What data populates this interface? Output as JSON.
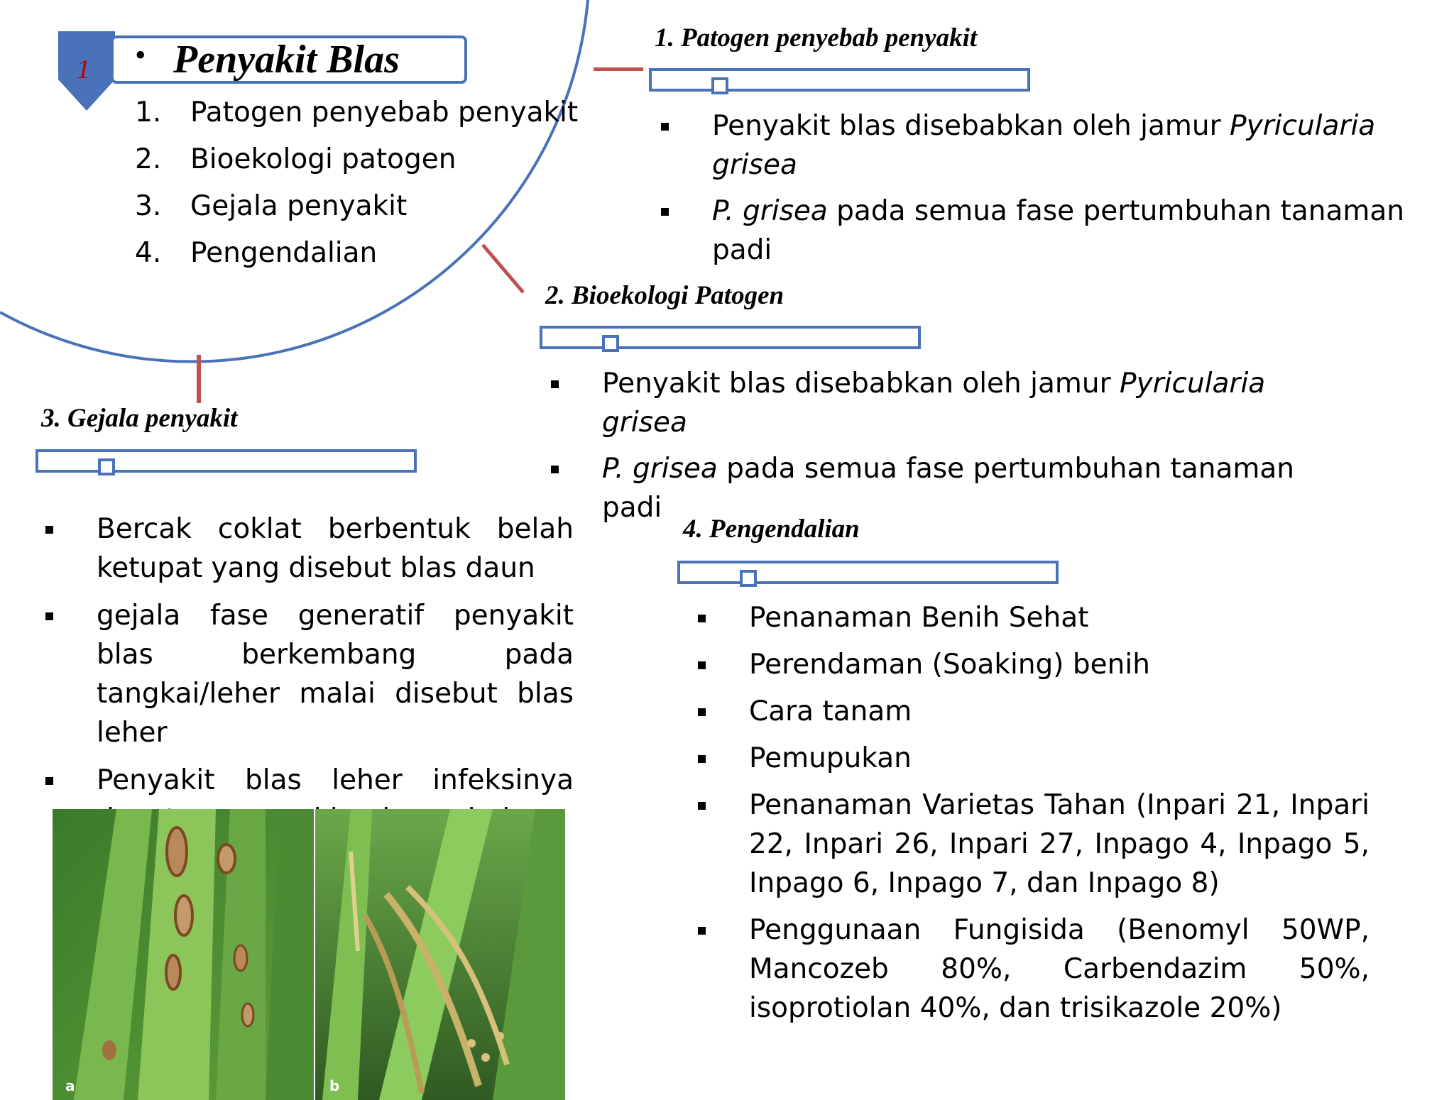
{
  "badge": {
    "number": "1"
  },
  "header": {
    "bullet": "•",
    "title": "Penyakit Blas"
  },
  "outline": [
    {
      "num": "1.",
      "label": "Patogen penyebab penyakit"
    },
    {
      "num": "2.",
      "label": "Bioekologi patogen"
    },
    {
      "num": "3.",
      "label": "Gejala penyakit"
    },
    {
      "num": "4.",
      "label": "Pengendalian"
    }
  ],
  "section1": {
    "title": "1. Patogen penyebab penyakit",
    "item1_text": "Penyakit blas disebabkan oleh jamur ",
    "item1_italic": "Pyricularia  grisea",
    "item2_italic": "P. grisea",
    "item2_text": " pada semua fase pertumbuhan tanaman padi"
  },
  "section2": {
    "title": "2. Bioekologi Patogen",
    "item1_text": "Penyakit blas disebabkan oleh jamur ",
    "item1_italic": "Pyricularia  grisea",
    "item2_italic": "P. grisea",
    "item2_text": " pada semua fase pertumbuhan tanaman padi"
  },
  "section3": {
    "title": "3. Gejala penyakit",
    "items": [
      "Bercak coklat berbentuk belah ketupat yang disebut blas daun",
      "gejala fase generatif penyakit blas berkembang pada tangkai/leher malai disebut blas leher",
      "Penyakit blas leher infeksinya dapat mencapai bagian gabah"
    ],
    "photo_labels": [
      "a",
      "b"
    ]
  },
  "section4": {
    "title": "4. Pengendalian",
    "items": [
      "Penanaman Benih Sehat",
      "Perendaman (Soaking) benih",
      "Cara tanam",
      "Pemupukan",
      "Penanaman Varietas Tahan (Inpari 21, Inpari 22, Inpari 26, Inpari 27, Inpago 4, Inpago 5, Inpago 6, Inpago 7, dan Inpago 8)",
      "Penggunaan Fungisida (Benomyl 50WP, Mancozeb 80%, Carbendazim 50%, isoprotiolan 40%, dan trisikazole 20%)"
    ]
  },
  "colors": {
    "accent_blue": "#4a72b8",
    "connector_red": "#c0504d",
    "badge_red": "#c00000"
  }
}
